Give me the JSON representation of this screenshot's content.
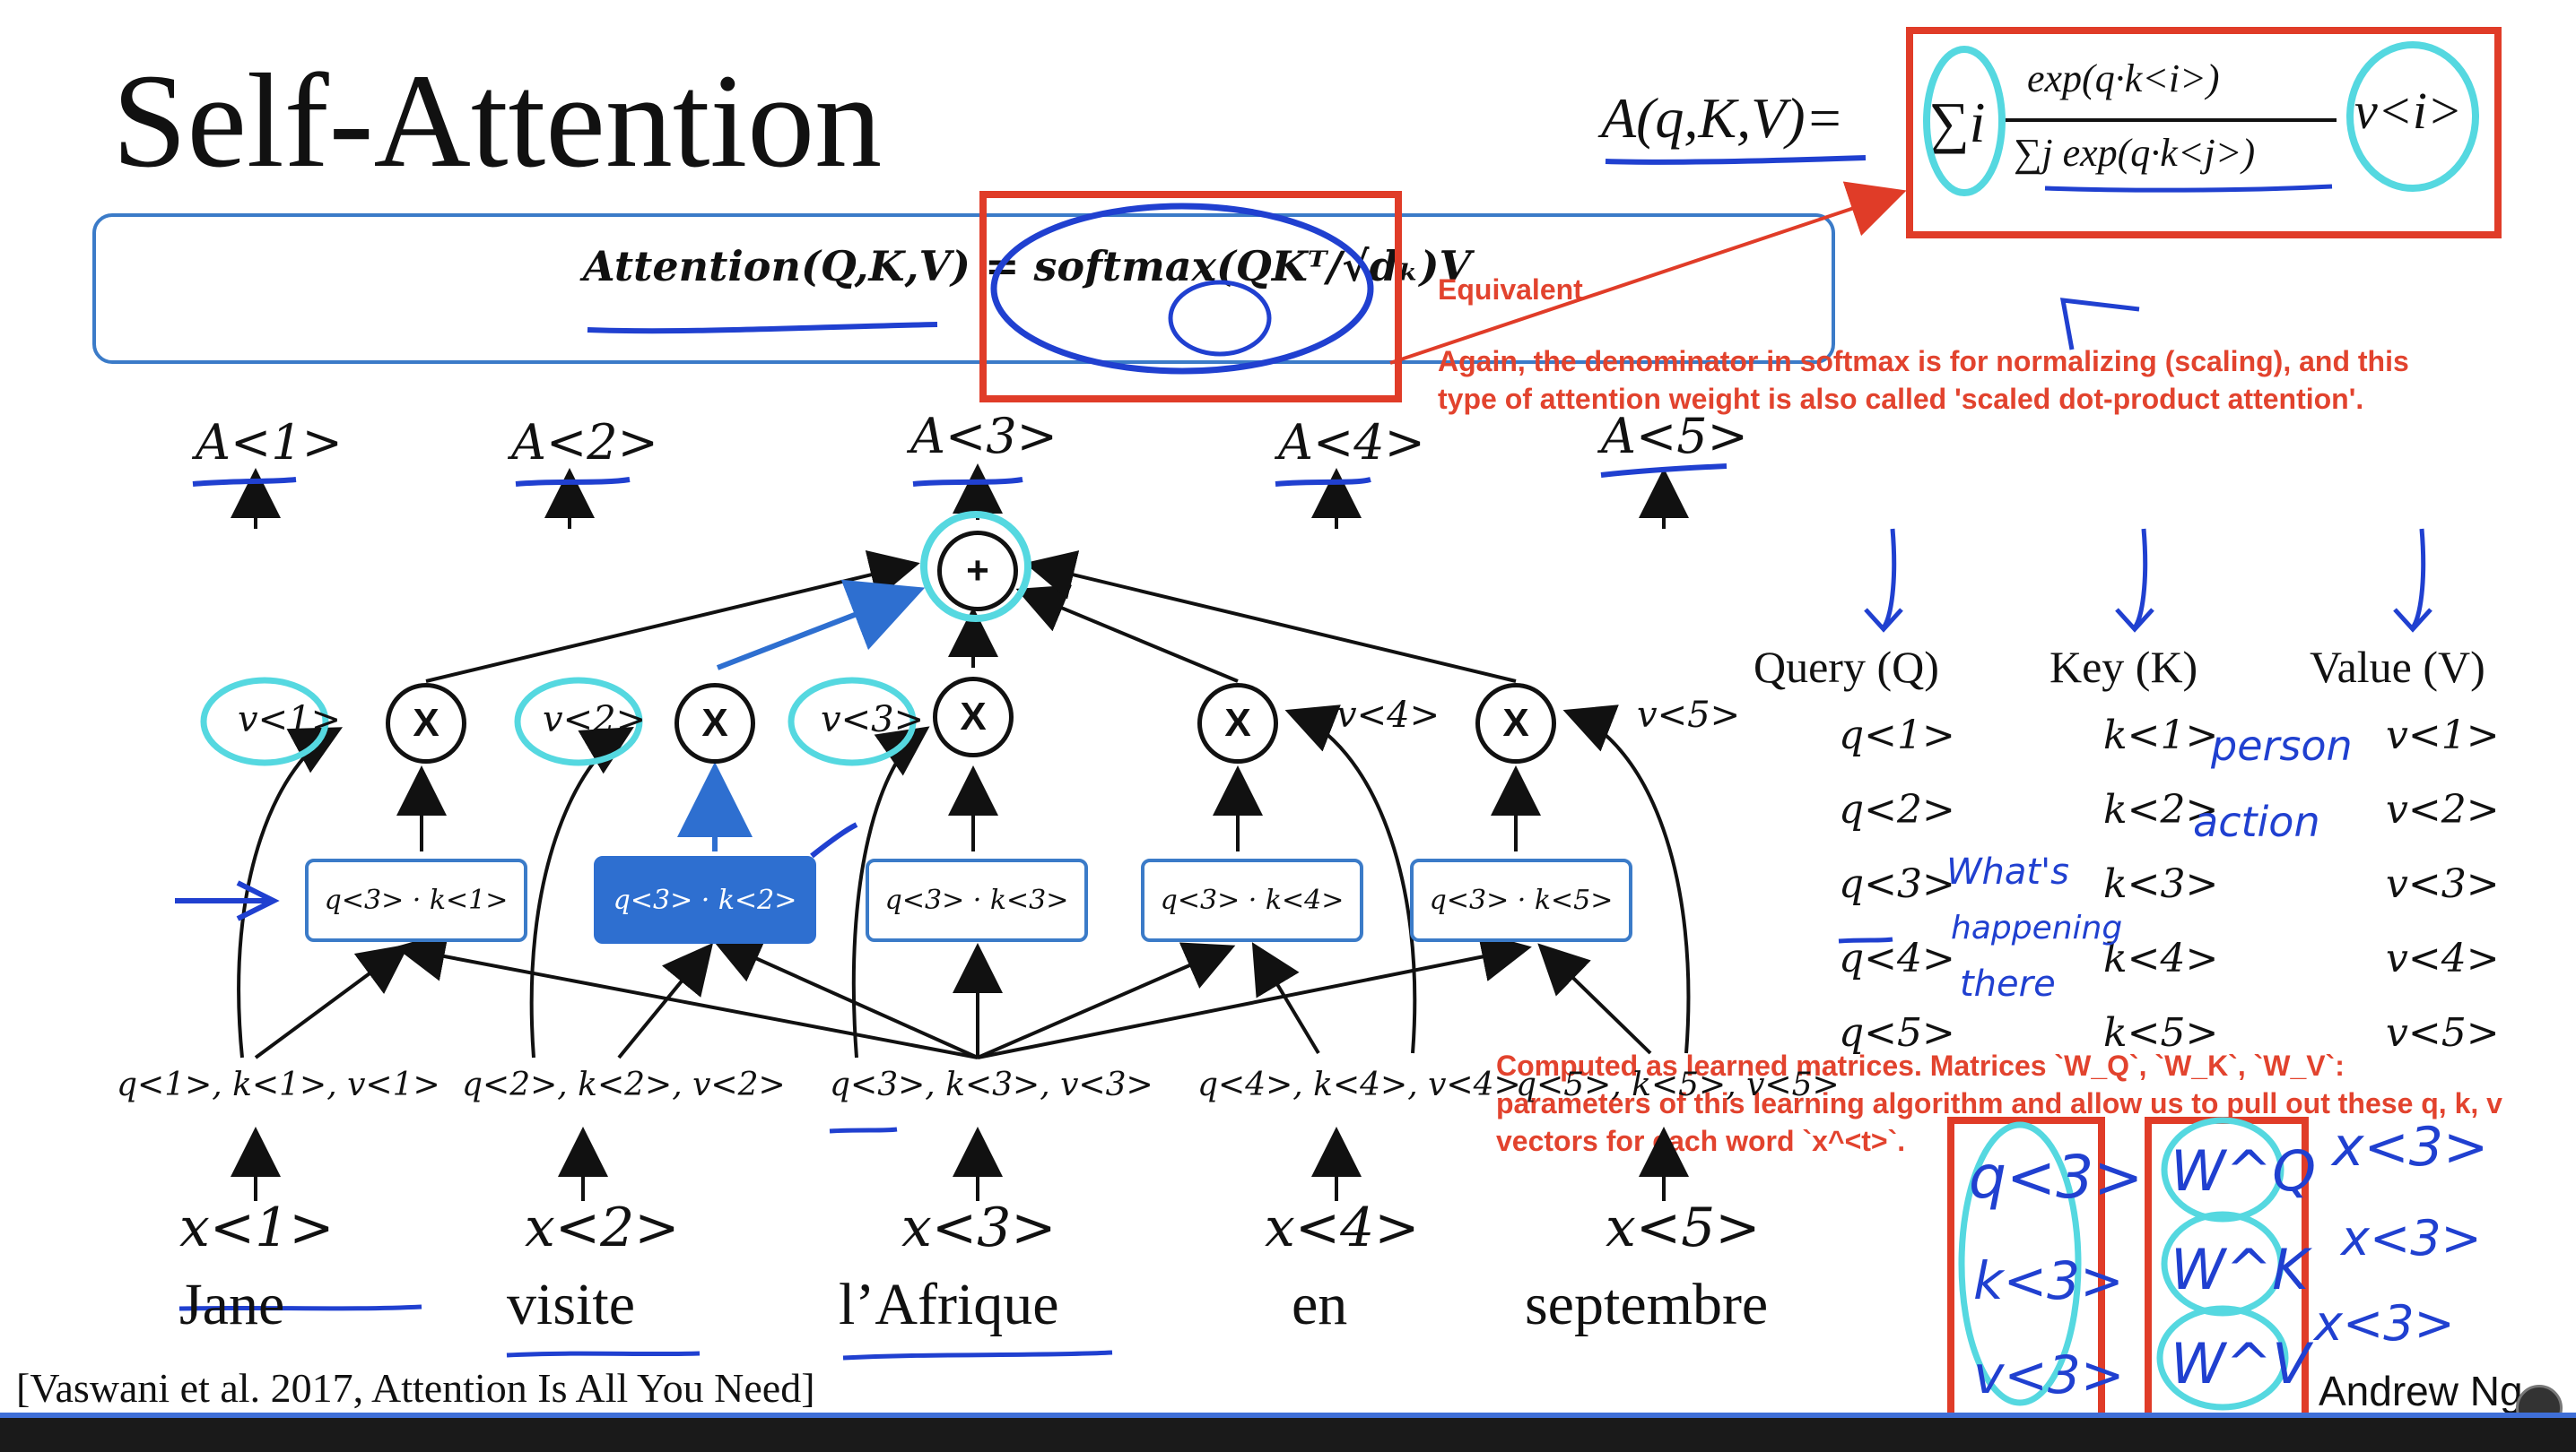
{
  "slide": {
    "title": "Self-Attention",
    "attention_formula": "Attention(Q,K,V) = softmax(QKᵀ/√dₖ)V",
    "sum_formula_lhs": "A(q,K,V)=",
    "sum_formula_num": "exp(q·k<i>)",
    "sum_formula_den": "∑j exp(q·k<j>)",
    "sum_formula_sum": "∑i",
    "sum_formula_v": "v<i>",
    "citation": "[Vaswani et al. 2017, Attention Is All You Need]",
    "author": "Andrew Ng"
  },
  "annotations": {
    "equivalent": "Equivalent",
    "note1_line1": "Again, the denominator in softmax is for normalizing (scaling), and this",
    "note1_line2": "type of attention weight is also called 'scaled dot-product attention'.",
    "note2_line1": "Computed as learned matrices. Matrices `W_Q`, `W_K`, `W_V`:",
    "note2_line2": "parameters of this learning algorithm and allow us to pull out these q, k, v",
    "note2_line3": "vectors for each word `x^<t>`."
  },
  "outputs": [
    "A<1>",
    "A<2>",
    "A<3>",
    "A<4>",
    "A<5>"
  ],
  "values": [
    "v<1>",
    "v<2>",
    "v<3>",
    "v<4>",
    "v<5>"
  ],
  "dot_products": [
    "q<3> · k<1>",
    "q<3> · k<2>",
    "q<3> · k<3>",
    "q<3> · k<4>",
    "q<3> · k<5>"
  ],
  "qkv_rows": [
    "q<1>, k<1>, v<1>",
    "q<2>, k<2>, v<2>",
    "q<3>, k<3>, v<3>",
    "q<4>, k<4>, v<4>",
    "q<5>, k<5>, v<5>"
  ],
  "inputs": [
    "x<1>",
    "x<2>",
    "x<3>",
    "x<4>",
    "x<5>"
  ],
  "words": [
    "Jane",
    "visite",
    "l’Afrique",
    "en",
    "septembre"
  ],
  "table": {
    "headers": [
      "Query (Q)",
      "Key (K)",
      "Value (V)"
    ],
    "query": [
      "q<1>",
      "q<2>",
      "q<3>",
      "q<4>",
      "q<5>"
    ],
    "key": [
      "k<1>",
      "k<2>",
      "k<3>",
      "k<4>",
      "k<5>"
    ],
    "value": [
      "v<1>",
      "v<2>",
      "v<3>",
      "v<4>",
      "v<5>"
    ]
  },
  "handwriting": {
    "person": "person",
    "action": "action",
    "whats": "What's",
    "happening": "happening",
    "there": "there",
    "q3": "q<3>",
    "k3": "k<3>",
    "v3": "v<3>",
    "wq": "W^Q",
    "wk": "W^K",
    "wv": "W^V",
    "x3": "x<3>"
  },
  "symbols": {
    "plus": "+",
    "times": "X"
  },
  "colors": {
    "box_blue": "#3b7bc8",
    "active_blue": "#2e6fd0",
    "annotation_red": "#e2432e",
    "highlight_cyan": "#55d8e0",
    "ink_blue": "#2040d0"
  }
}
